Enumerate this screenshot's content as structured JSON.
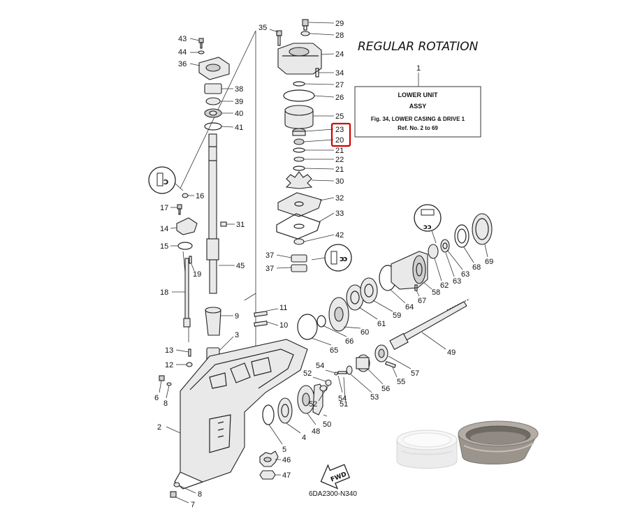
{
  "heading": "REGULAR ROTATION",
  "assembly_box": {
    "ref_number": "1",
    "line1": "LOWER UNIT",
    "line2": "ASSY",
    "line3": "Fig. 34, LOWER CASING & DRIVE 1",
    "line4": "Ref. No. 2 to 69"
  },
  "drawing_code": "6DA2300-N340",
  "fwd_label": "FWD",
  "highlight_color": "#d40000",
  "highlighted_parts": [
    "23",
    "20"
  ],
  "callouts": {
    "c29": "29",
    "c28": "28",
    "c24": "24",
    "c34": "34",
    "c27": "27",
    "c26": "26",
    "c25": "25",
    "c23": "23",
    "c20": "20",
    "c21a": "21",
    "c22": "22",
    "c21b": "21",
    "c30": "30",
    "c32": "32",
    "c33": "33",
    "c42": "42",
    "c37a": "37",
    "c37b": "37",
    "c35": "35",
    "c43": "43",
    "c44": "44",
    "c36": "36",
    "c38": "38",
    "c39": "39",
    "c40": "40",
    "c41": "41",
    "c16": "16",
    "c17": "17",
    "c14": "14",
    "c15": "15",
    "c31": "31",
    "c45": "45",
    "c19": "19",
    "c18": "18",
    "c9": "9",
    "c11": "11",
    "c10": "10",
    "c3": "3",
    "c13": "13",
    "c12": "12",
    "c6": "6",
    "c8a": "8",
    "c2": "2",
    "c5": "5",
    "c4": "4",
    "c48": "48",
    "c50": "50",
    "c46": "46",
    "c47": "47",
    "c8b": "8",
    "c7": "7",
    "c52a": "52",
    "c54a": "54",
    "c52b": "52",
    "c54b": "54",
    "c51": "51",
    "c53": "53",
    "c56": "56",
    "c55": "55",
    "c57": "57",
    "c49": "49",
    "c65": "65",
    "c66": "66",
    "c60": "60",
    "c61": "61",
    "c59": "59",
    "c64": "64",
    "c67": "67",
    "c58": "58",
    "c62": "62",
    "c63a": "63",
    "c63b": "63",
    "c68": "68",
    "c69": "69"
  }
}
